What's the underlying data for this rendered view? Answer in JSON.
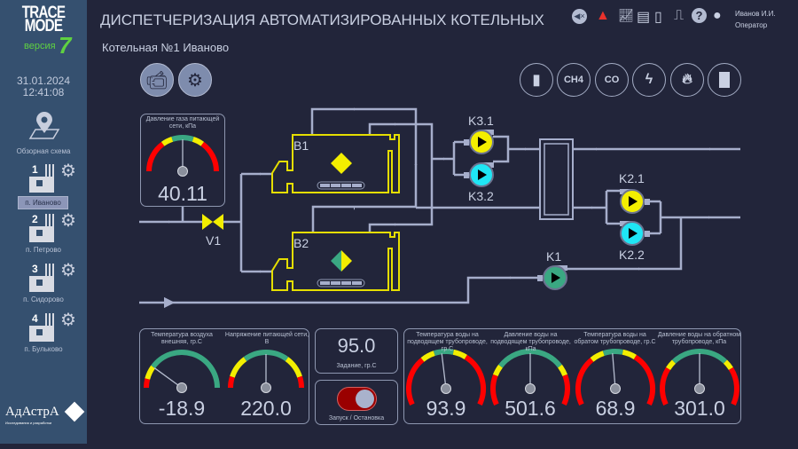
{
  "brand": {
    "line1": "TRACE",
    "line2": "MODE",
    "version_label": "версия",
    "version_num": "7",
    "vendor": "АдАстрА",
    "vendor_sub": "Исследования и разработки"
  },
  "datetime": {
    "date": "31.01.2024",
    "time": "12:41:08"
  },
  "nav": {
    "overview": "Обзорная схема",
    "plants": [
      {
        "num": "1",
        "label": "п. Иваново",
        "selected": true
      },
      {
        "num": "2",
        "label": "п. Петрово"
      },
      {
        "num": "3",
        "label": "п. Сидорово"
      },
      {
        "num": "4",
        "label": "п. Бульково"
      }
    ]
  },
  "header": {
    "title": "ДИСПЕТЧЕРИЗАЦИЯ АВТОМАТИЗИРОВАННЫХ КОТЕЛЬНЫХ",
    "subtitle": "Котельная №1 Иваново",
    "user_name": "Иванов И.И.",
    "user_role": "Оператор"
  },
  "toolbar_icons": [
    "sound-off-icon",
    "alarm-warning-icon",
    "trend-chart-icon",
    "report-icon",
    "event-log-icon",
    "scroll-icon",
    "help-icon",
    "user-icon"
  ],
  "sensors": {
    "ch4": "CH4",
    "co": "CO"
  },
  "scheme": {
    "valve": "V1",
    "boilers": [
      "B1",
      "B2"
    ],
    "pumps": {
      "k31": "K3.1",
      "k32": "K3.2",
      "k21": "K2.1",
      "k22": "K2.2",
      "k1": "K1"
    }
  },
  "colors": {
    "red": "#ff0000",
    "yellow": "#f3ee00",
    "green": "#3aa882",
    "cyan": "#1fe6f5",
    "boiler_outline": "#e5de00"
  },
  "gauges": [
    {
      "id": "gas",
      "caption": "Давление газа питающей сети, кПа",
      "value": "40.11",
      "needle": 0.5,
      "zones": [
        [
          "red",
          0,
          0.3
        ],
        [
          "yellow",
          0.3,
          0.4
        ],
        [
          "green",
          0.4,
          0.6
        ],
        [
          "yellow",
          0.6,
          0.7
        ],
        [
          "red",
          0.7,
          1
        ]
      ]
    },
    {
      "id": "air",
      "caption": "Температура воздуха внешняя, гр.С",
      "value": "-18.9",
      "needle": 0.2,
      "zones": [
        [
          "red",
          0,
          0.08
        ],
        [
          "yellow",
          0.08,
          0.2
        ],
        [
          "green",
          0.2,
          1
        ]
      ]
    },
    {
      "id": "volt",
      "caption": "Напряжение питающей сети, В",
      "value": "220.0",
      "needle": 0.5,
      "zones": [
        [
          "red",
          0,
          0.1
        ],
        [
          "yellow",
          0.1,
          0.3
        ],
        [
          "green",
          0.3,
          0.7
        ],
        [
          "yellow",
          0.7,
          0.9
        ],
        [
          "red",
          0.9,
          1
        ]
      ]
    },
    {
      "id": "tsup",
      "caption": "Температура воды на подводящем трубопроводе, гр.С",
      "value": "93.9",
      "needle": 0.47,
      "zones": [
        [
          "red",
          0,
          0.33
        ],
        [
          "yellow",
          0.33,
          0.42
        ],
        [
          "green",
          0.42,
          0.55
        ],
        [
          "yellow",
          0.55,
          0.64
        ],
        [
          "red",
          0.64,
          1
        ]
      ]
    },
    {
      "id": "psup",
      "caption": "Давление воды на подводящем трубопроводе, кПа",
      "value": "501.6",
      "needle": 0.5,
      "zones": [
        [
          "red",
          0,
          0.2
        ],
        [
          "yellow",
          0.2,
          0.27
        ],
        [
          "green",
          0.27,
          0.73
        ],
        [
          "yellow",
          0.73,
          0.8
        ],
        [
          "red",
          0.8,
          1
        ]
      ]
    },
    {
      "id": "tret",
      "caption": "Температура воды на обратом трубопроводе, гр.С",
      "value": "68.9",
      "needle": 0.48,
      "zones": [
        [
          "red",
          0,
          0.33
        ],
        [
          "yellow",
          0.33,
          0.42
        ],
        [
          "green",
          0.42,
          0.55
        ],
        [
          "yellow",
          0.55,
          0.64
        ],
        [
          "red",
          0.64,
          1
        ]
      ]
    },
    {
      "id": "pret",
      "caption": "Давление воды на обратном трубопроводе, кПа",
      "value": "301.0",
      "needle": 0.5,
      "zones": [
        [
          "red",
          0,
          0.25
        ],
        [
          "yellow",
          0.25,
          0.31
        ],
        [
          "green",
          0.31,
          0.69
        ],
        [
          "yellow",
          0.69,
          0.75
        ],
        [
          "red",
          0.75,
          1
        ]
      ]
    }
  ],
  "setpoint": {
    "value": "95.0",
    "label": "Задание, гр.С"
  },
  "startstop": {
    "label": "Запуск / Остановка",
    "on": true
  }
}
